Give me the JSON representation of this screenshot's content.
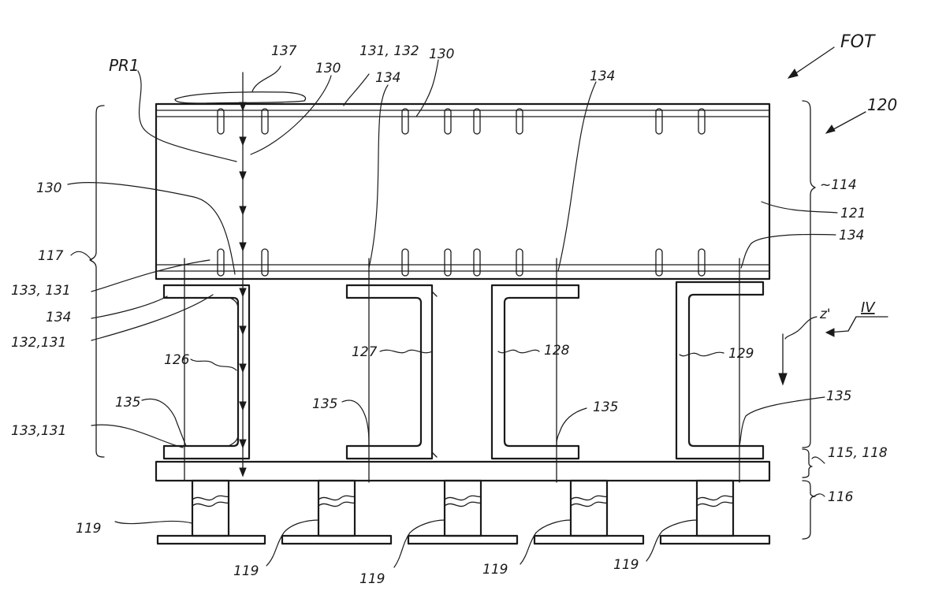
{
  "labels": {
    "FOT": "FOT",
    "n120": "120",
    "PR1": "PR1",
    "n137": "137",
    "n130_top_a": "130",
    "n131_132": "131, 132",
    "n134_top": "134",
    "n130_top_b": "130",
    "n134_top_right": "134",
    "n130_left": "130",
    "n114": "~114",
    "n121": "121",
    "n134_right": "134",
    "n117": "117",
    "n133_131_a": "133, 131",
    "n134_left": "134",
    "n132_131": "132,131",
    "n126": "126",
    "n127": "127",
    "n128": "128",
    "n129": "129",
    "nZ": "z'",
    "nIV": "IV",
    "n135_a": "135",
    "n135_b": "135",
    "n135_c": "135",
    "n135_d": "135",
    "n133_131_b": "133,131",
    "n115_118": "115, 118",
    "n116": "116",
    "n119_a": "119",
    "n119_b": "119",
    "n119_c": "119",
    "n119_d": "119",
    "n119_e": "119"
  }
}
